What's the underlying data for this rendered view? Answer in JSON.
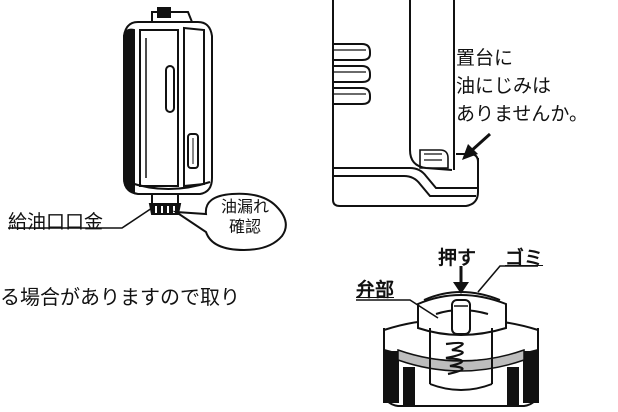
{
  "labels": {
    "tank_cap": "給油口口金",
    "leak_line1": "油漏れ",
    "leak_line2": "確認",
    "base_line1": "置台に",
    "base_line2": "油にじみは",
    "base_line3": "ありませんか。",
    "partial_text": "る場合がありますので取り",
    "push": "押す",
    "dust": "ゴミ",
    "valve": "弁部"
  },
  "icons": [
    "oil-tank-illustration",
    "heater-base-illustration",
    "cap-valve-illustration",
    "arrow-down-icon",
    "arrow-diagonal-icon"
  ]
}
